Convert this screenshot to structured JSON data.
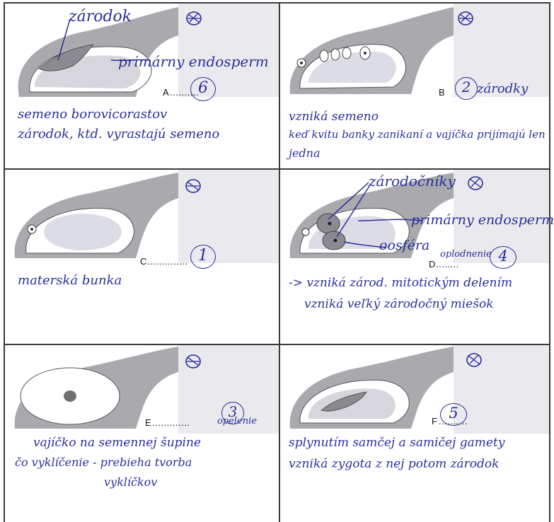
{
  "panels": [
    {
      "letter": "A",
      "dots": "..........",
      "answer": "6",
      "labels": [
        "zárodok",
        "primárny endosperm"
      ],
      "notes": [
        "semeno borovicorastov",
        "zárodok, ktd. vyrastajú semeno"
      ]
    },
    {
      "letter": "B",
      "dots": "",
      "answer": "2",
      "answer_word": "zárodky",
      "labels": [],
      "notes": [
        "vzniká semeno",
        "keď kvitu banky zanikaní a vajíčka prijímajú len",
        "jedna"
      ]
    },
    {
      "letter": "C",
      "dots": "..............",
      "answer": "1",
      "labels": [],
      "notes": [
        "materská bunka"
      ]
    },
    {
      "letter": "D",
      "dots": "........",
      "answer": "4",
      "answer_word": "oplodnenie",
      "labels": [
        "zárodočníky",
        "primárny endosperm",
        "oosféra"
      ],
      "notes": [
        "-> vzniká zárod. mitotickým delením",
        "vzniká veľký zárodočný miešok"
      ]
    },
    {
      "letter": "E",
      "dots": ".............",
      "answer": "3",
      "answer_word": "opelenie",
      "labels": [],
      "notes": [
        "vajíčko na semennej šupine",
        "čo vyklíčenie - prebieha tvorba",
        "vyklíčkov"
      ]
    },
    {
      "letter": "F",
      "dots": "..........",
      "answer": "5",
      "labels": [],
      "notes": [
        "splynutím samčej a samičej gamety",
        "vzniká zygota z nej potom zárodok"
      ]
    }
  ],
  "colors": {
    "ink": "#2a2f9a",
    "tissue_dark": "#a9a9ae",
    "tissue_light": "#d6d6dc",
    "panel_shade": "#e9e9ee",
    "cell_light": "#dcdce6",
    "cell_white": "#ffffff",
    "nucleus": "#6f6f72"
  },
  "icons": [
    "scribbled-number-mark",
    "answer-circle"
  ]
}
